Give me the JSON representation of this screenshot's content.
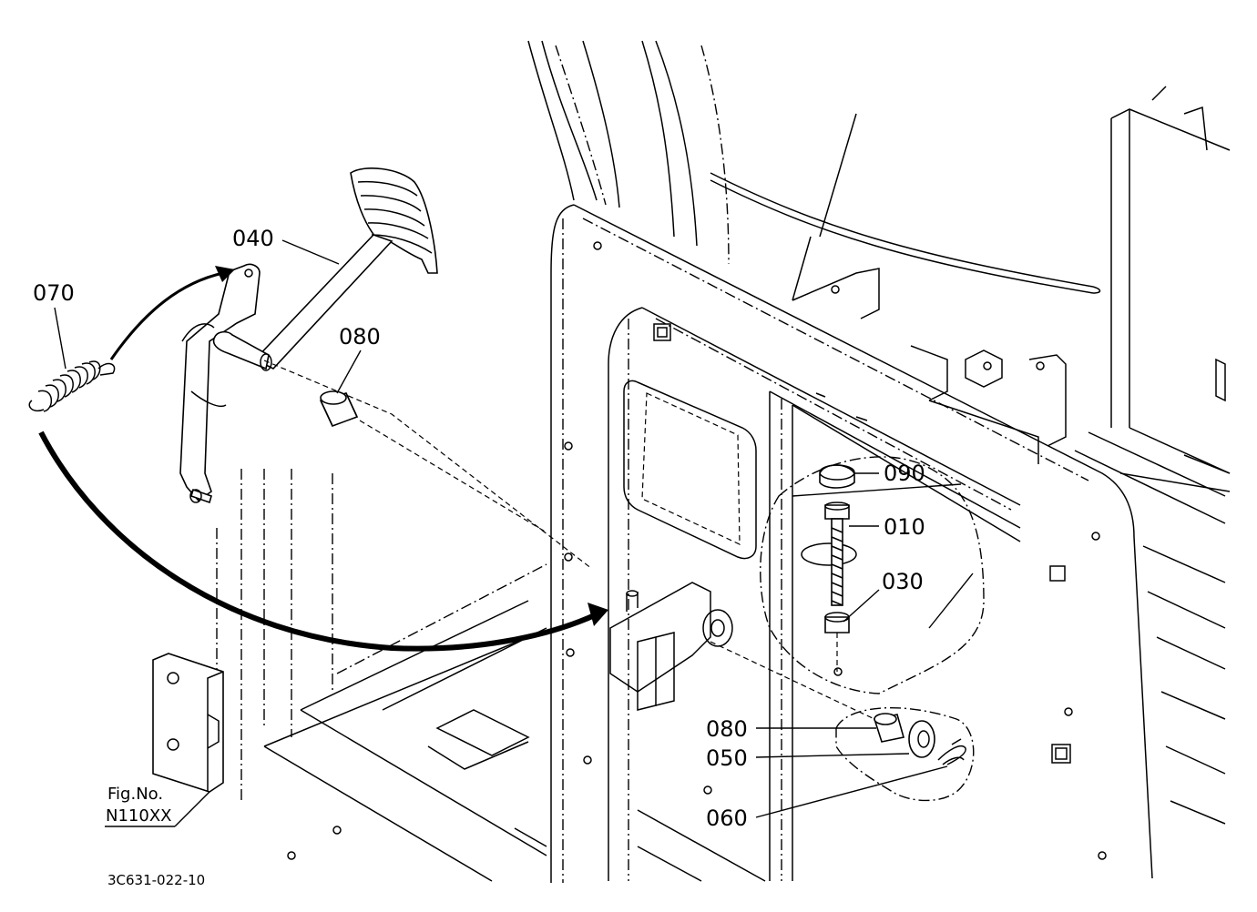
{
  "diagram": {
    "part_labels": [
      {
        "id": "040",
        "text": "040"
      },
      {
        "id": "070",
        "text": "070"
      },
      {
        "id": "080-top",
        "text": "080"
      },
      {
        "id": "090",
        "text": "090"
      },
      {
        "id": "010",
        "text": "010"
      },
      {
        "id": "030",
        "text": "030"
      },
      {
        "id": "080-bottom",
        "text": "080"
      },
      {
        "id": "050",
        "text": "050"
      },
      {
        "id": "060",
        "text": "060"
      }
    ],
    "figure_reference": {
      "line1": "Fig.No.",
      "line2": "N110XX"
    },
    "drawing_code": "3C631-022-10"
  }
}
